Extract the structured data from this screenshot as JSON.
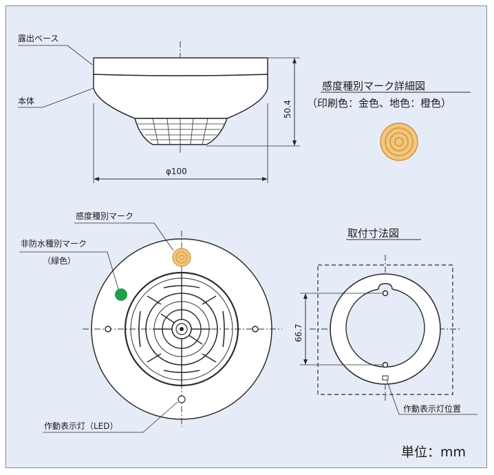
{
  "labels": {
    "roshutsu_base": "露出ベース",
    "hontai": "本体",
    "height_dim": "50.4",
    "diameter_dim": "φ100",
    "detail_title": "感度種別マーク詳細図",
    "detail_colors": "（印刷色：金色、地色：橙色）",
    "sensitivity_mark": "感度種別マーク",
    "non_waterproof_mark": "非防水種別マーク",
    "green_note": "（緑色）",
    "led": "作動表示灯（LED）",
    "mount_title": "取付寸法図",
    "mount_dim": "66.7",
    "led_position": "作動表示灯位置",
    "unit": "単位：mm"
  },
  "colors": {
    "background": "#e6ecf7",
    "mark_gold": "#d9a24a",
    "mark_orange": "#f2c77e",
    "green_mark": "#1e9e4a"
  }
}
